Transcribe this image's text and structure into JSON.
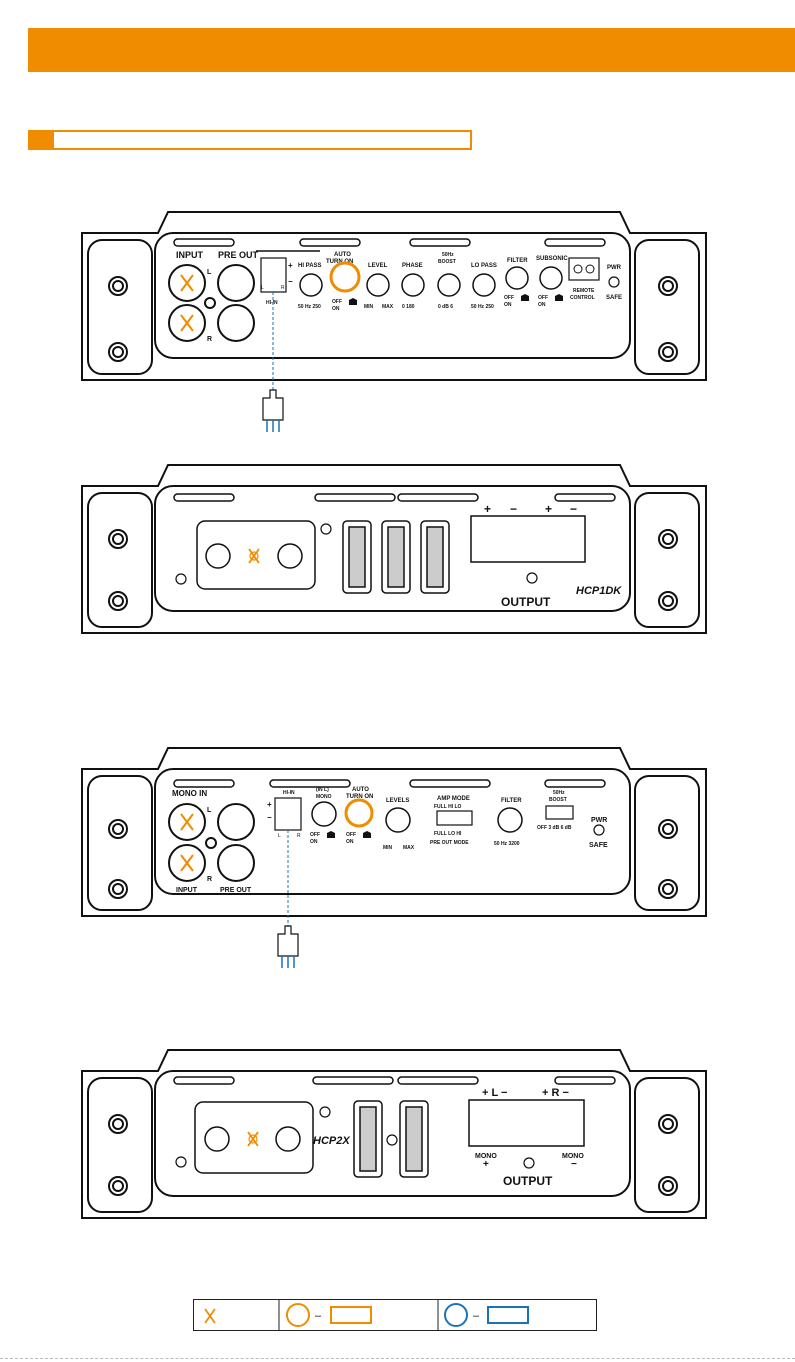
{
  "header": {
    "title": ""
  },
  "section": {
    "title": ""
  },
  "colors": {
    "accent": "#f08c00",
    "blue": "#1a72b8",
    "black": "#111111"
  },
  "panel1": {
    "input": "INPUT",
    "pre_out": "PRE OUT",
    "L": "L",
    "R": "R",
    "plus": "+",
    "minus": "−",
    "hi_pass": "HI PASS",
    "hi_pass_scale": "50  Hz  250",
    "hi_in": "HI-IN",
    "auto_turn_on": "AUTO\nTURN ON",
    "off": "OFF",
    "on": "ON",
    "level": "LEVEL",
    "min": "MIN",
    "max": "MAX",
    "phase": "PHASE",
    "phase_scale": "0     180",
    "boost_title": "50Hz\nBOOST",
    "boost_scale": "0  dB  6",
    "lo_pass": "LO PASS",
    "lo_pass_scale": "50  Hz  250",
    "filter": "FILTER",
    "subsonic": "SUBSONIC",
    "remote_control": "REMOTE\nCONTROL",
    "pwr": "PWR",
    "safe": "SAFE"
  },
  "panel2": {
    "terminals": [
      "+",
      "−",
      "+",
      "−"
    ],
    "output": "OUTPUT",
    "model": "HCP1DK"
  },
  "panel3": {
    "mono_in": "MONO IN",
    "input": "INPUT",
    "pre_out": "PRE OUT",
    "L": "L",
    "R": "R",
    "plus": "+",
    "minus": "−",
    "hi_in": "HI-IN",
    "in_l_mono": "(IN L)\nMONO",
    "auto_turn_on": "AUTO\nTURN ON",
    "off": "OFF",
    "on": "ON",
    "levels": "LEVELS",
    "min": "MIN",
    "max": "MAX",
    "amp_mode": "AMP MODE",
    "amp_mode_top": "FULL   HI   LO",
    "amp_mode_bottom": "FULL   LO    HI",
    "pre_out_mode": "PRE OUT  MODE",
    "filter": "FILTER",
    "filter_scale": "50   Hz  3200",
    "boost_title": "50Hz\nBOOST",
    "boost_scale": "OFF  3 dB   6 dB",
    "pwr": "PWR",
    "safe": "SAFE"
  },
  "panel4": {
    "terminals_L": "+  L  −",
    "terminals_R": "+  R  −",
    "mono_left": "MONO\n+",
    "mono_right": "MONO\n−",
    "output": "OUTPUT",
    "model": "HCP2X"
  },
  "legend": {
    "dash1": "–",
    "dash2": "–"
  }
}
